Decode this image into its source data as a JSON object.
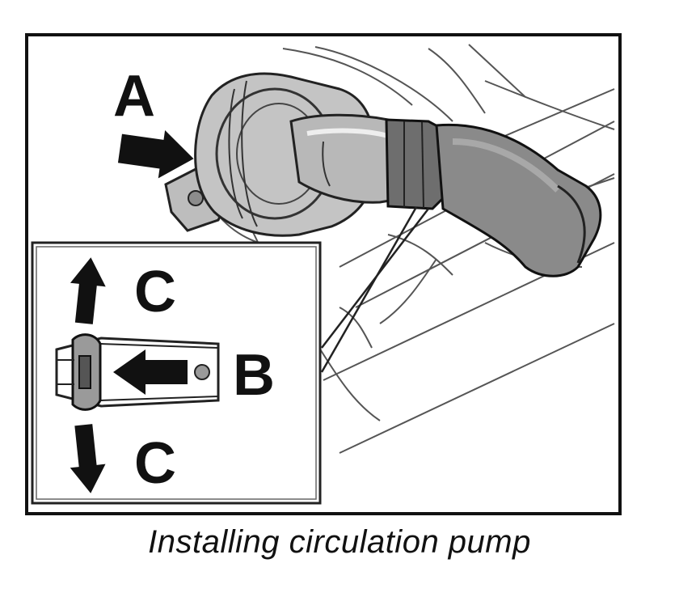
{
  "diagram": {
    "labels": {
      "a": "A",
      "b": "B",
      "c_top": "C",
      "c_bottom": "C"
    },
    "caption": "Installing circulation pump"
  }
}
